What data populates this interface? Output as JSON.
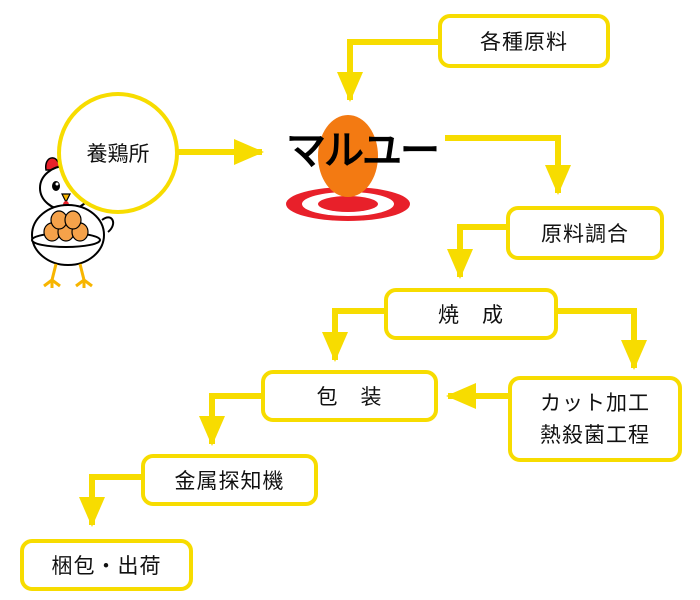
{
  "nodes": {
    "raw_materials": "各種原料",
    "poultry_farm": "養鶏所",
    "brand": "マルユー",
    "raw_blending": "原料調合",
    "baking": "焼　成",
    "cut_sterilize": [
      "カット加工",
      "熱殺菌工程"
    ],
    "packaging": "包　装",
    "metal_detector": "金属探知機",
    "packing_shipping": "梱包・出荷"
  },
  "colors": {
    "border": "#f7dc00",
    "arrow": "#f7dc00",
    "egg": "#f37a12",
    "target_red": "#e8202a",
    "chicken_comb": "#e8202a",
    "chicken_egg": "#f5a24a"
  },
  "icons": {
    "mascot": "chicken-holding-eggs-icon",
    "logo": "egg-on-target-icon"
  }
}
